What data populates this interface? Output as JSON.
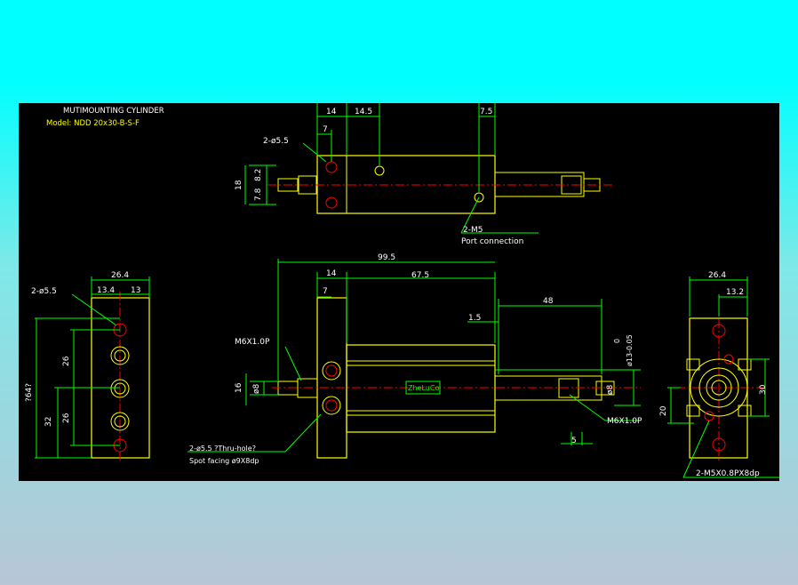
{
  "colors": {
    "outline": "#ffff00",
    "dimension": "#00ff00",
    "center": "#ff0000",
    "text": "#ffffff",
    "background": "#000000",
    "page": "#00ffff"
  },
  "title": {
    "line1": "MUTIMOUNTING CYLINDER",
    "line2": "Model: NDD 20x30-B-S-F"
  },
  "top_view": {
    "dims": [
      "14",
      "14.5",
      "7.5",
      "7",
      "2-ø5.5",
      "18",
      "7.8",
      "8.2"
    ],
    "callout": {
      "line1": "2-M5",
      "line2": "Port connection"
    }
  },
  "left_view": {
    "dims": [
      "26.4",
      "13.4",
      "13",
      "2-ø5.5",
      "26",
      "26",
      "32",
      "?64?"
    ]
  },
  "front_view": {
    "dims": [
      "99.5",
      "14",
      "67.5",
      "7",
      "48",
      "1.5",
      "0",
      "ø13-0.05",
      "M6X1.0P",
      "16",
      "ø8",
      "ø8",
      "M6X1.0P",
      "5"
    ],
    "callout": {
      "line1": "2-ø5.5 ?Thru-hole?",
      "line2": "Spot facing   ø9X8dp"
    },
    "logo": "ZheLuCo"
  },
  "right_view": {
    "dims": [
      "26.4",
      "13.2",
      "30",
      "20"
    ],
    "callout": "2-M5X0.8PX8dp"
  }
}
